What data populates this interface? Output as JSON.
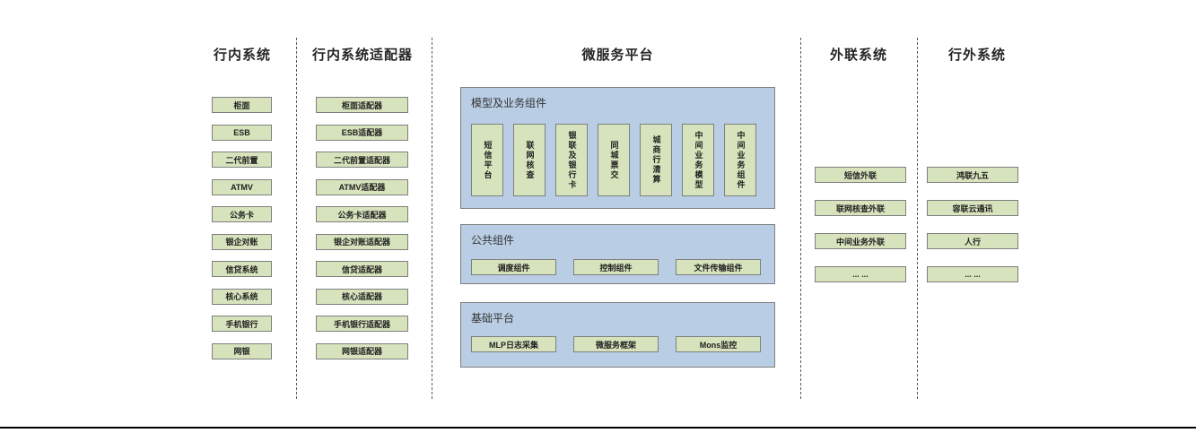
{
  "colors": {
    "green_fill": "#d6e3bc",
    "blue_fill": "#b9cde4",
    "box_border": "#7f7f7f",
    "separator": "#595959",
    "bottom_rule": "#000000"
  },
  "col_internal": {
    "title": "行内系统",
    "items": [
      "柜面",
      "ESB",
      "二代前置",
      "ATMV",
      "公务卡",
      "银企对账",
      "信贷系统",
      "核心系统",
      "手机银行",
      "网银"
    ]
  },
  "col_adapters": {
    "title": "行内系统适配器",
    "items": [
      "柜面适配器",
      "ESB适配器",
      "二代前置适配器",
      "ATMV适配器",
      "公务卡适配器",
      "银企对账适配器",
      "信贷适配器",
      "核心适配器",
      "手机银行适配器",
      "网银适配器"
    ]
  },
  "platform": {
    "title": "微服务平台",
    "model_section": {
      "title": "模型及业务组件",
      "items": [
        "短信平台",
        "联网核查",
        "银联及银行卡",
        "同城票交",
        "城商行清算",
        "中间业务模型",
        "中间业务组件"
      ]
    },
    "common_section": {
      "title": "公共组件",
      "items": [
        "调度组件",
        "控制组件",
        "文件传输组件"
      ]
    },
    "base_section": {
      "title": "基础平台",
      "items": [
        "MLP日志采集",
        "微服务框架",
        "Mons监控"
      ]
    }
  },
  "col_external_link": {
    "title": "外联系统",
    "items": [
      "短信外联",
      "联网核查外联",
      "中间业务外联",
      "... ..."
    ]
  },
  "col_outside": {
    "title": "行外系统",
    "items": [
      "鸿联九五",
      "容联云通讯",
      "人行",
      "... ..."
    ]
  }
}
